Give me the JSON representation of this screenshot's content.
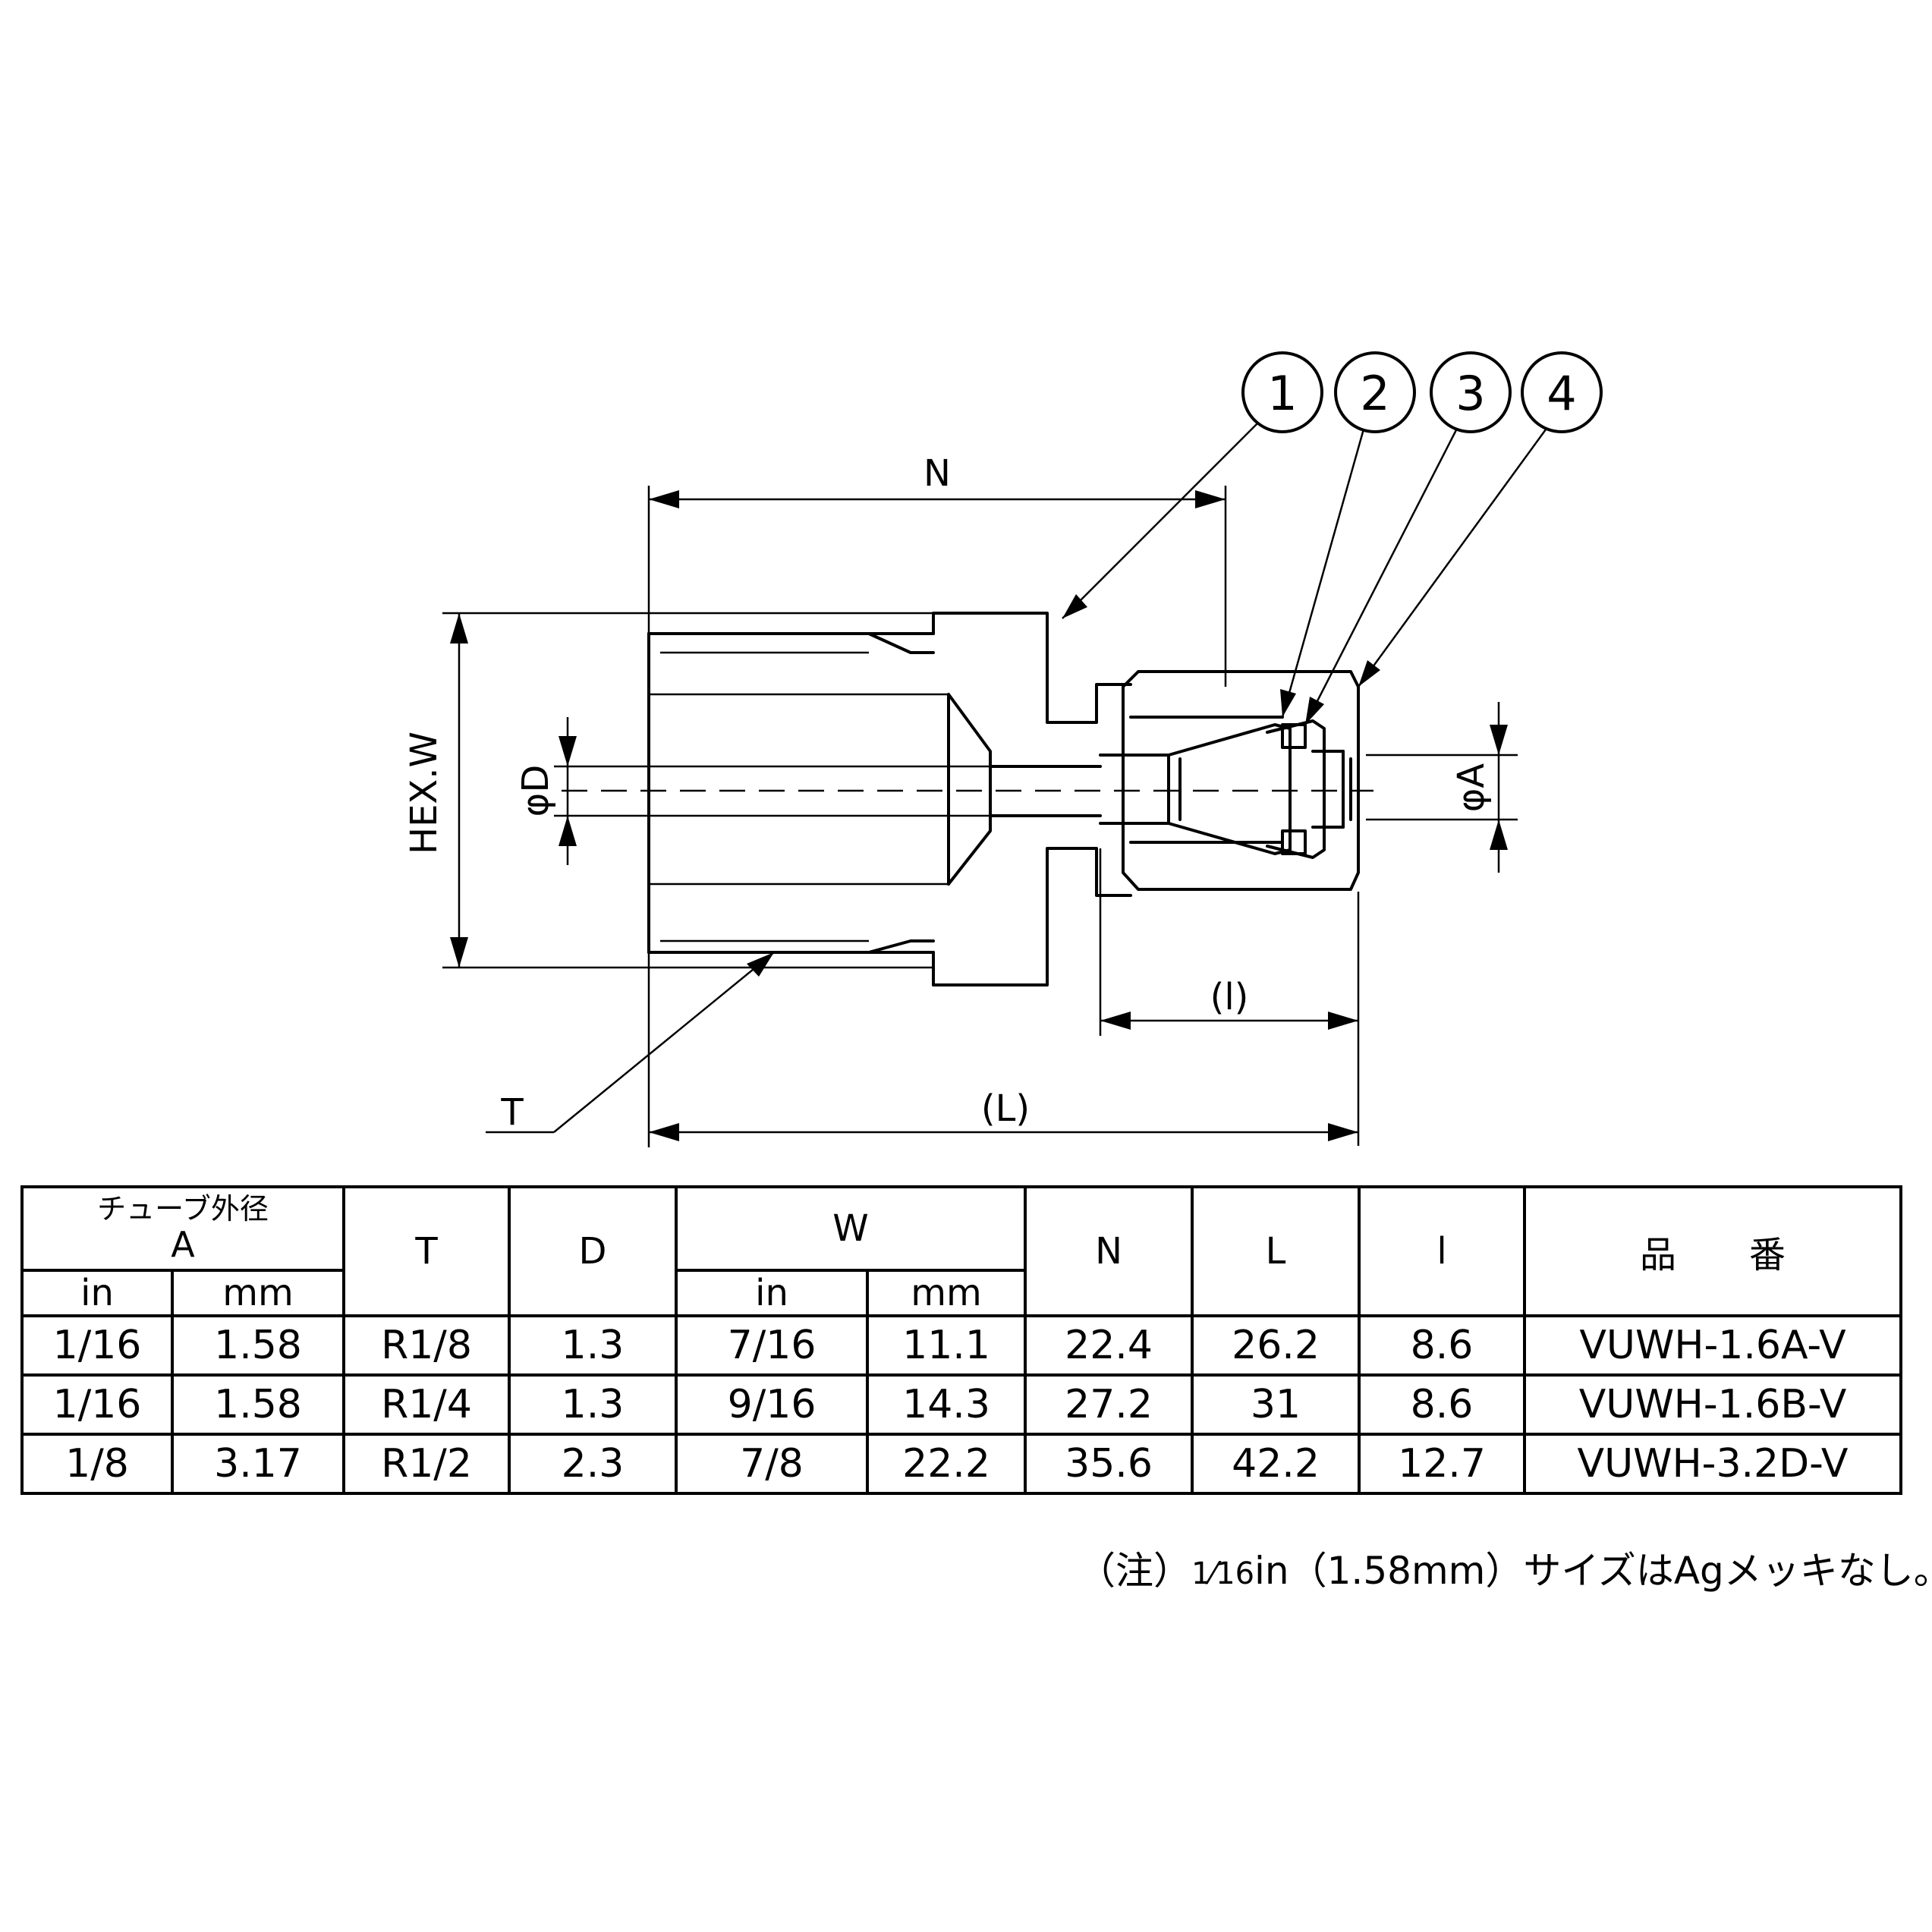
{
  "drawing": {
    "callouts": [
      "1",
      "2",
      "3",
      "4"
    ],
    "dimensions": {
      "N": "N",
      "HEX": "HEX.W",
      "D": "φD",
      "A": "φA",
      "l": "(l)",
      "L": "(L)",
      "T": "T"
    }
  },
  "table": {
    "headers": {
      "tube_od": "チューブ外径",
      "A": "A",
      "T": "T",
      "D": "D",
      "W": "W",
      "N": "N",
      "L": "L",
      "l": "l",
      "part_no": "品　　番",
      "in": "in",
      "mm": "mm"
    },
    "rows": [
      {
        "a_in": "1/16",
        "a_mm": "1.58",
        "t": "R1/8",
        "d": "1.3",
        "w_in": "7/16",
        "w_mm": "11.1",
        "n": "22.4",
        "l_total": "26.2",
        "l": "8.6",
        "part": "VUWH-1.6A-V"
      },
      {
        "a_in": "1/16",
        "a_mm": "1.58",
        "t": "R1/4",
        "d": "1.3",
        "w_in": "9/16",
        "w_mm": "14.3",
        "n": "27.2",
        "l_total": "31",
        "l": "8.6",
        "part": "VUWH-1.6B-V"
      },
      {
        "a_in": "1/8",
        "a_mm": "3.17",
        "t": "R1/2",
        "d": "2.3",
        "w_in": "7/8",
        "w_mm": "22.2",
        "n": "35.6",
        "l_total": "42.2",
        "l": "12.7",
        "part": "VUWH-3.2D-V"
      }
    ]
  },
  "note": {
    "prefix": "（注）",
    "fraction": "1⁄16",
    "text": "in（1.58mm）サイズはAgメッキなし。"
  }
}
